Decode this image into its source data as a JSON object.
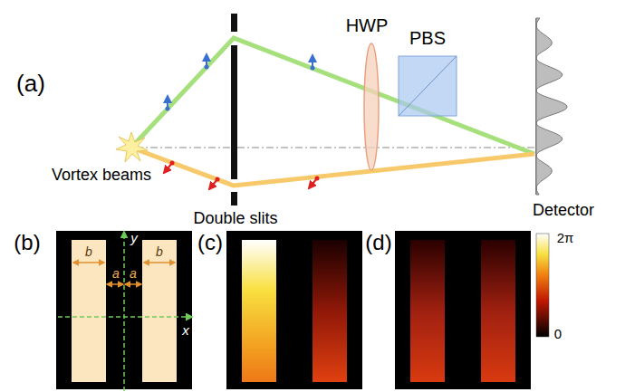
{
  "diagram": {
    "labels": [
      "(a)",
      "HWP",
      "PBS",
      "Vortex beams",
      "Double slits",
      "Detector",
      "(b)",
      "y",
      "b",
      "b",
      "a",
      "a",
      "x",
      "(c)",
      "(d)",
      "2π",
      "0"
    ]
  }
}
